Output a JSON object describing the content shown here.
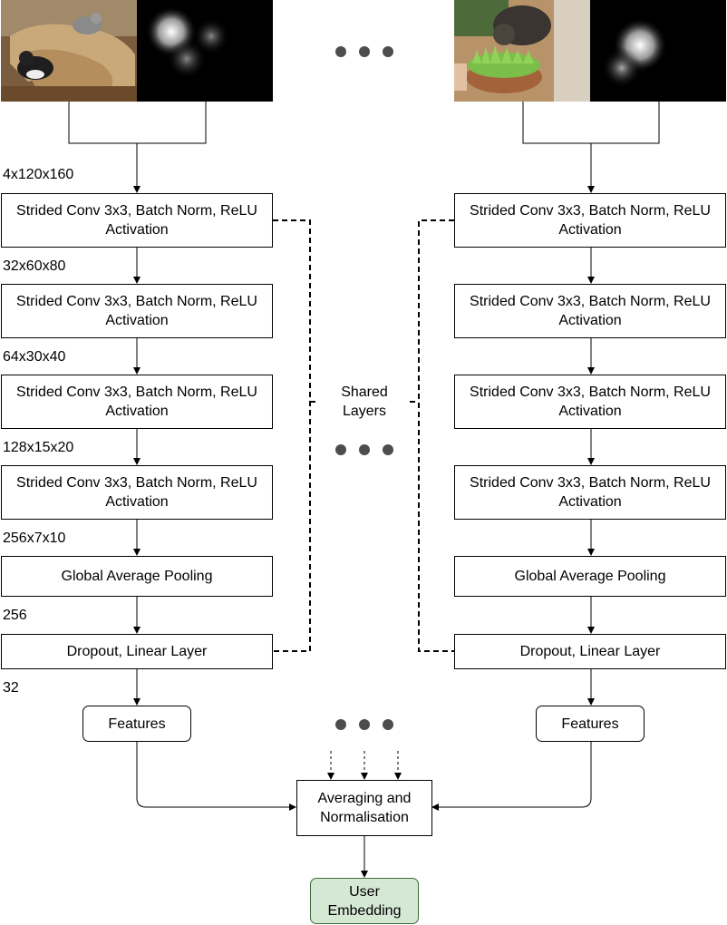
{
  "dims": {
    "input": "4x120x160",
    "after_conv1": "32x60x80",
    "after_conv2": "64x30x40",
    "after_conv3": "128x15x20",
    "after_conv4": "256x7x10",
    "after_pool": "256",
    "after_linear": "32"
  },
  "layers": {
    "conv": "Strided Conv 3x3, Batch Norm, ReLU Activation",
    "pool": "Global Average Pooling",
    "linear": "Dropout, Linear Layer"
  },
  "features_label": "Features",
  "shared_label": "Shared Layers",
  "aggregate_label": "Averaging and Normalisation",
  "output_label": "User Embedding",
  "images": {
    "left_photo": "cats on a patterned chaise lounge",
    "left_mask": "blurred saliency mask",
    "right_photo": "cat sniffing a bowl of cat grass",
    "right_mask": "blurred saliency mask"
  },
  "colors": {
    "output_fill": "#d5e8d4",
    "dot": "#4d4d4d",
    "line": "#000000"
  }
}
